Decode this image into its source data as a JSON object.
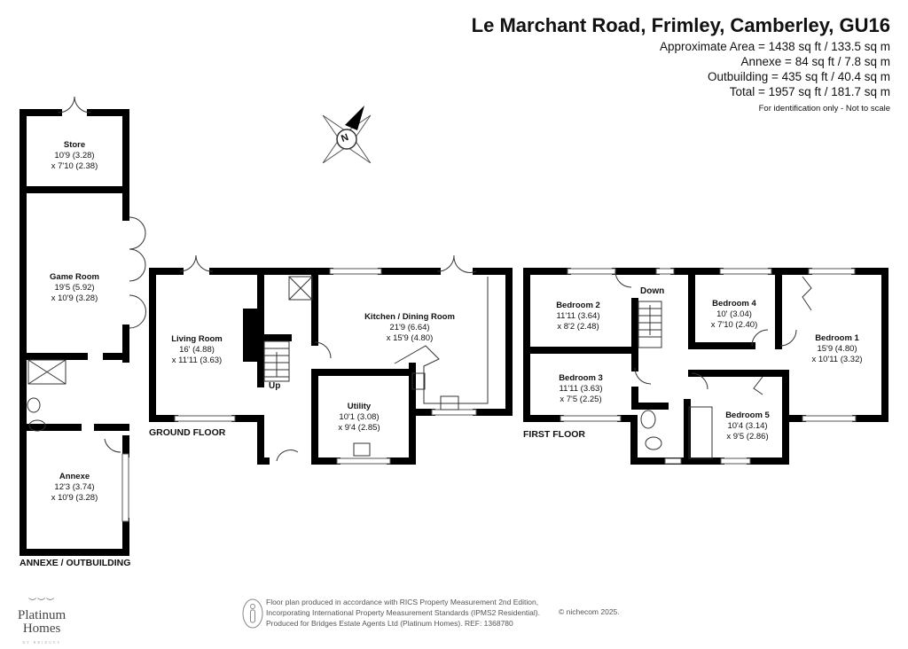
{
  "header": {
    "title": "Le Marchant Road, Frimley, Camberley, GU16",
    "areas": [
      "Approximate Area = 1438 sq ft / 133.5 sq m",
      "Annexe = 84 sq ft / 7.8 sq m",
      "Outbuilding = 435 sq ft / 40.4 sq m",
      "Total = 1957 sq ft / 181.7 sq m"
    ],
    "disclaimer": "For identification only - Not to scale"
  },
  "compass": {
    "label": "N",
    "icon": "compass-north-icon"
  },
  "annexe_outbuilding": {
    "label": "ANNEXE / OUTBUILDING",
    "rooms": [
      {
        "name": "Store",
        "dim1": "10'9 (3.28)",
        "dim2": "x 7'10 (2.38)"
      },
      {
        "name": "Game Room",
        "dim1": "19'5 (5.92)",
        "dim2": "x 10'9 (3.28)"
      },
      {
        "name": "Annexe",
        "dim1": "12'3 (3.74)",
        "dim2": "x 10'9 (3.28)"
      }
    ]
  },
  "ground_floor": {
    "label": "GROUND FLOOR",
    "stairs": "Up",
    "rooms": [
      {
        "name": "Living Room",
        "dim1": "16' (4.88)",
        "dim2": "x 11'11 (3.63)"
      },
      {
        "name": "Kitchen / Dining Room",
        "dim1": "21'9 (6.64)",
        "dim2": "x 15'9 (4.80)"
      },
      {
        "name": "Utility",
        "dim1": "10'1 (3.08)",
        "dim2": "x 9'4 (2.85)"
      }
    ]
  },
  "first_floor": {
    "label": "FIRST FLOOR",
    "stairs": "Down",
    "rooms": [
      {
        "name": "Bedroom 2",
        "dim1": "11'11 (3.64)",
        "dim2": "x 8'2 (2.48)"
      },
      {
        "name": "Bedroom 4",
        "dim1": "10' (3.04)",
        "dim2": "x 7'10 (2.40)"
      },
      {
        "name": "Bedroom 1",
        "dim1": "15'9 (4.80)",
        "dim2": "x 10'11 (3.32)"
      },
      {
        "name": "Bedroom 3",
        "dim1": "11'11 (3.63)",
        "dim2": "x 7'5 (2.25)"
      },
      {
        "name": "Bedroom 5",
        "dim1": "10'4 (3.14)",
        "dim2": "x 9'5 (2.86)"
      }
    ]
  },
  "footer": {
    "lines": [
      "Floor plan produced in accordance with RICS Property Measurement 2nd Edition,",
      "Incorporating International Property Measurement Standards (IPMS2 Residential).",
      "Produced for Bridges Estate Agents Ltd (Platinum Homes).   REF: 1368780"
    ],
    "copyright": "© nichecom 2025."
  },
  "logo": {
    "line1": "Platinum",
    "line2": "Homes",
    "tagline": "BY BRIDGES"
  }
}
